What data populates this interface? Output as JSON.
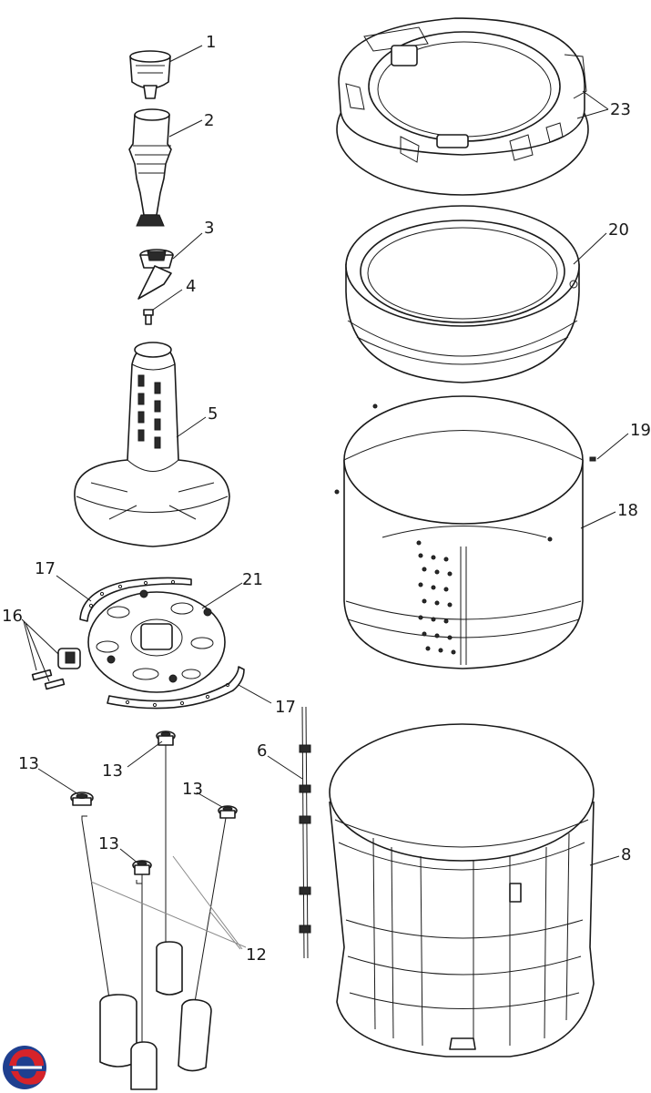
{
  "callouts": {
    "c1": "1",
    "c2": "2",
    "c3": "3",
    "c4": "4",
    "c5": "5",
    "c6": "6",
    "c8": "8",
    "c12": "12",
    "c13a": "13",
    "c13b": "13",
    "c13c": "13",
    "c13d": "13",
    "c16": "16",
    "c17a": "17",
    "c17b": "17",
    "c18": "18",
    "c19": "19",
    "c20": "20",
    "c21": "21",
    "c23": "23"
  },
  "colors": {
    "line": "#1a1a1a",
    "logo_red": "#d6232a",
    "logo_blue": "#1f3f8f"
  }
}
